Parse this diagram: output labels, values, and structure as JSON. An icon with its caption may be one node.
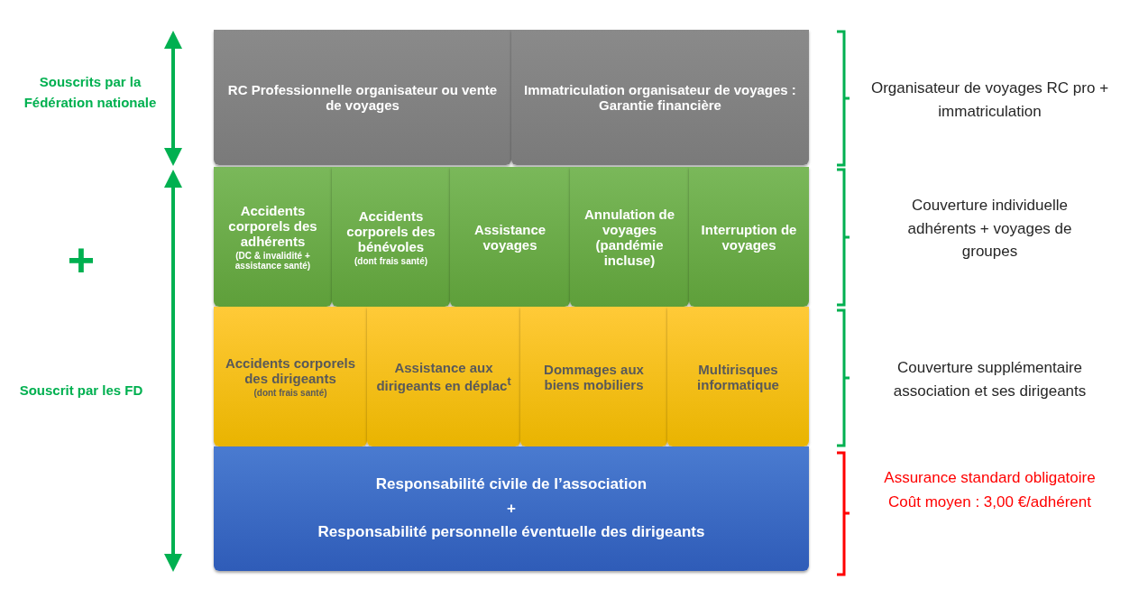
{
  "diagram": {
    "nodes": [
      {
        "text": [
          "RC Professionnelle organisateur ou vente de voyages"
        ]
      },
      {
        "text": [
          "Immatriculation organisateur de voyages : Garantie financière"
        ]
      },
      {
        "text": [
          "Accidents corporels des adhérents",
          "(DC & invalidité + assistance santé)"
        ]
      },
      {
        "text": [
          "Accidents corporels des bénévoles",
          "(dont frais santé)"
        ]
      },
      {
        "text": [
          "Assistance voyages"
        ]
      },
      {
        "text": [
          "Annulation de voyages (pandémie incluse)"
        ]
      },
      {
        "text": [
          "Interruption de voyages"
        ]
      },
      {
        "text": [
          "Accidents corporels des dirigeants",
          "(dont frais santé)"
        ]
      },
      {
        "text": [
          "Assistance aux dirigeants en déplac$^{t}$"
        ]
      },
      {
        "text": [
          "Dommages aux biens mobiliers"
        ]
      },
      {
        "text": [
          "Multirisques informatique"
        ]
      },
      {
        "text": [
          "Responsabilité civile de l’association",
          "+",
          "Responsabilité personnelle éventuelle des dirigeants"
        ]
      }
    ],
    "labels": [
      "Souscrits par la Fédération nationale",
      "Organisateur de voyages RC pro + immatriculation",
      "+",
      "Couverture individuelle adhérents + voyages de groupes",
      "Souscrit par les FD",
      "Couverture supplémentaire association et ses dirigeants",
      "Assurance standard obligatoire",
      "Coût moyen : 3,00 €/adhérent"
    ]
  }
}
